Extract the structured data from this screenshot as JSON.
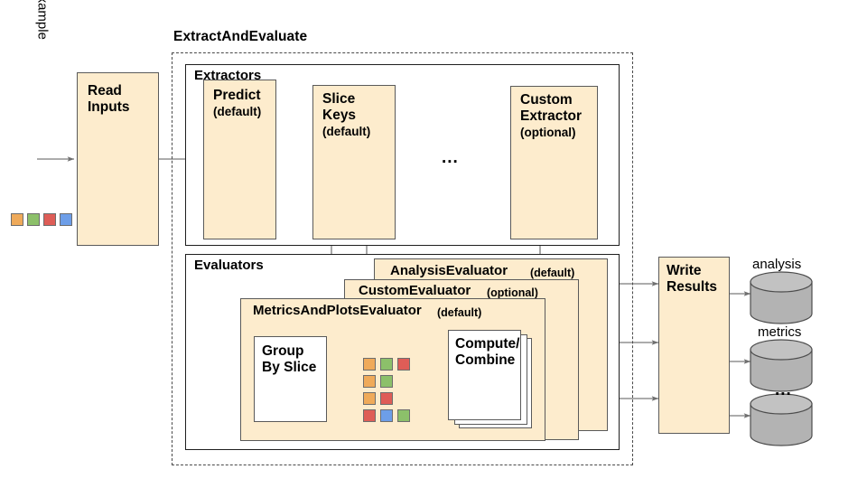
{
  "diagram": {
    "title": "ExtractAndEvaluate",
    "input_label": "tf.Example",
    "ellipsis": "...",
    "colors": {
      "box_fill": "#fdeccd",
      "box_stroke": "#5a5a5a",
      "cylinder_fill": "#b3b3b3",
      "orange": "#efaa5a",
      "green": "#8cc06a",
      "red": "#de5d57",
      "blue": "#6d9ee8"
    },
    "legend_chips": [
      "orange",
      "green",
      "red",
      "blue"
    ],
    "read_inputs": {
      "label": "Read Inputs",
      "line1": "Read",
      "line2": "Inputs"
    },
    "extractors": {
      "section_label": "Extractors",
      "items": [
        {
          "line1": "Predict",
          "line2": "",
          "qualifier": "(default)",
          "has_graph_icon": true
        },
        {
          "line1": "Slice",
          "line2": "Keys",
          "qualifier": "(default)",
          "has_graph_icon": false
        },
        {
          "line1": "Custom",
          "line2": "Extractor",
          "qualifier": "(optional)",
          "has_graph_icon": false
        }
      ]
    },
    "evaluators": {
      "section_label": "Evaluators",
      "cards": [
        {
          "name": "AnalysisEvaluator",
          "qualifier": "(default)"
        },
        {
          "name": "CustomEvaluator",
          "qualifier": "(optional)"
        },
        {
          "name": "MetricsAndPlotsEvaluator",
          "qualifier": "(default)"
        }
      ],
      "group_by_slice": {
        "line1": "Group",
        "line2": "By Slice"
      },
      "compute_combine": {
        "line1": "Compute/",
        "line2": "Combine"
      },
      "slice_groups": [
        [
          "orange",
          "green",
          "red"
        ],
        [
          "orange",
          "green"
        ],
        [
          "orange",
          "red"
        ],
        [
          "red",
          "blue",
          "green"
        ]
      ]
    },
    "write_results": {
      "line1": "Write",
      "line2": "Results"
    },
    "outputs": [
      {
        "label": "analysis"
      },
      {
        "label": "metrics"
      },
      {
        "label": "..."
      }
    ]
  }
}
